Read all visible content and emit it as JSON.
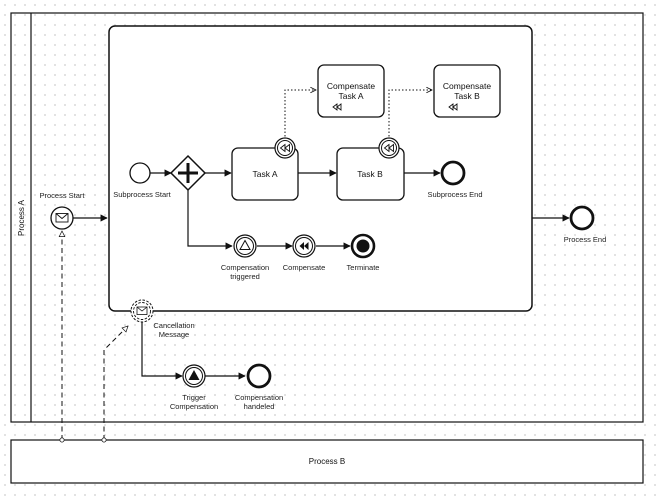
{
  "pools": {
    "process_a": "Process A",
    "process_b": "Process B"
  },
  "events": {
    "process_start": "Process Start",
    "subprocess_start": "Subprocess Start",
    "subprocess_end": "Subprocess End",
    "process_end": "Process End",
    "compensation_triggered": [
      "Compensation",
      "triggered"
    ],
    "compensate": "Compensate",
    "terminate": "Terminate",
    "cancellation_message": [
      "Cancellation",
      "Message"
    ],
    "trigger_compensation": [
      "Trigger",
      "Compensation"
    ],
    "compensation_handled": [
      "Compensation",
      "handeled"
    ]
  },
  "tasks": {
    "task_a": "Task A",
    "task_b": "Task B",
    "compensate_task_a": [
      "Compensate",
      "Task A"
    ],
    "compensate_task_b": [
      "Compensate",
      "Task B"
    ]
  },
  "icons": {
    "message": "envelope-icon",
    "gateway": "parallel-gateway-icon",
    "compensation": "compensation-rewind-icon",
    "signal": "triangle-icon"
  }
}
